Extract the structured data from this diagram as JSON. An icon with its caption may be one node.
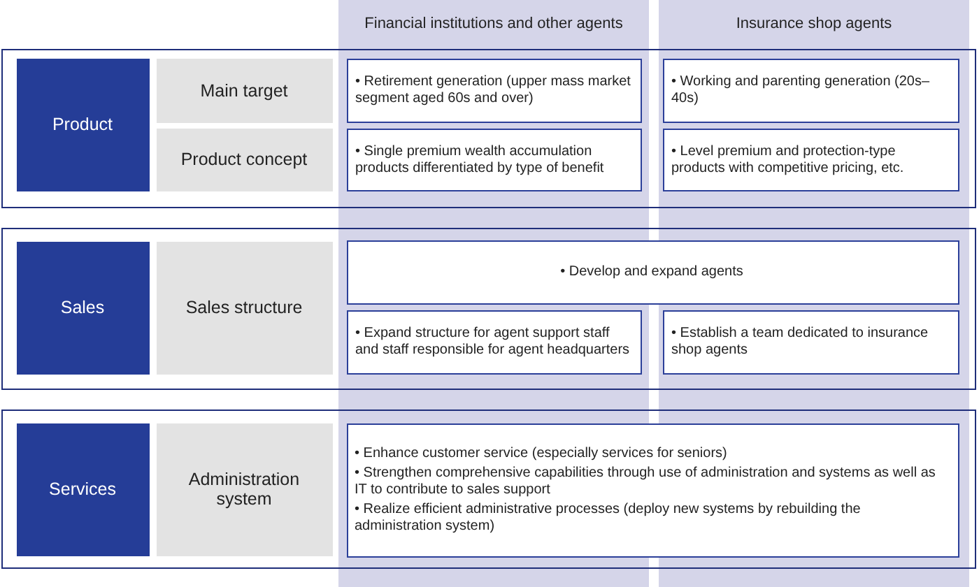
{
  "diagram": {
    "nodes": [
      {
        "text": [
          "Financial institutions and other agents"
        ]
      },
      {
        "text": [
          "Insurance shop agents"
        ]
      },
      {
        "text": [],
        "shape": "box"
      },
      {
        "text": [
          "Product"
        ],
        "in": 2
      },
      {
        "text": [
          "Main target"
        ],
        "in": 2
      },
      {
        "text": [
          "Product concept"
        ],
        "in": 2
      },
      {
        "text": [
          "• Retirement generation (upper mass market segment aged 60s and over)"
        ]
      },
      {
        "text": [
          "• Working and parenting generation (20s–40s)"
        ]
      },
      {
        "text": [
          "• Single premium wealth accumulation products differentiated by type of benefit"
        ]
      },
      {
        "text": [
          "• Level premium and protection-type products with competitive pricing, etc."
        ]
      },
      {
        "text": [],
        "shape": "box"
      },
      {
        "text": [
          "Sales"
        ],
        "in": 10
      },
      {
        "text": [
          "Sales structure"
        ],
        "in": 10
      },
      {
        "text": [
          "• Develop and expand agents"
        ],
        "in": 10
      },
      {
        "text": [
          "• Expand structure for agent support staff and staff responsible for agent headquarters"
        ]
      },
      {
        "text": [
          "• Establish a team dedicated to insurance shop agents"
        ]
      },
      {
        "text": [],
        "shape": "box"
      },
      {
        "text": [
          "Services"
        ],
        "in": 16
      },
      {
        "text": [
          "Administration system"
        ],
        "in": 16
      },
      {
        "text": [
          "• Enhance customer service (especially services for seniors)",
          "• Strengthen comprehensive capabilities through use of administration and systems as well as IT to contribute to sales support",
          "• Realize efficient administrative processes (deploy new systems by rebuilding the administration system)"
        ],
        "in": 16
      }
    ]
  }
}
